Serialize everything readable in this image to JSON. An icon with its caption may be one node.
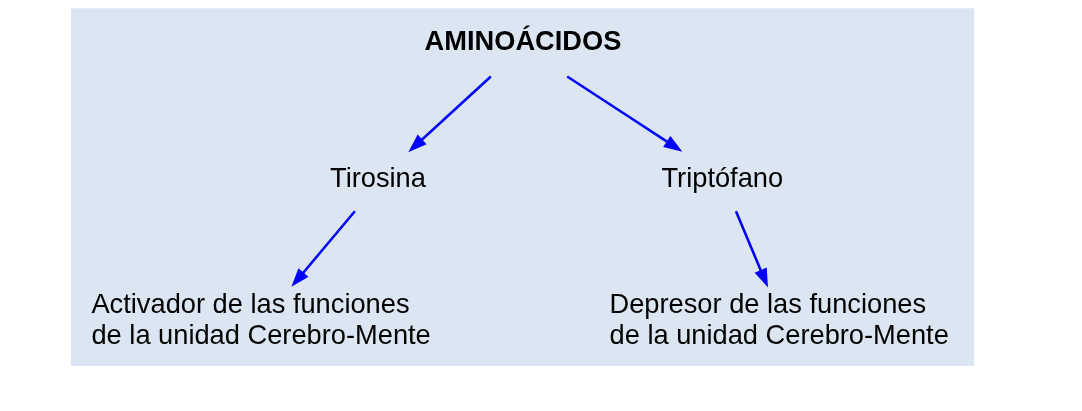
{
  "diagram": {
    "nodes": [
      {
        "text": [
          "AMINOÁCIDOS"
        ]
      },
      {
        "text": [
          "Tirosina"
        ]
      },
      {
        "text": [
          "Triptófano"
        ]
      },
      {
        "text": [
          "Activador de las funciones de la unidad Cerebro-Mente"
        ]
      },
      {
        "text": [
          "Depresor de las funciones de la unidad Cerebro-Mente"
        ]
      }
    ],
    "edges": [
      {
        "from": 0,
        "to": 1,
        "arrow": "to"
      },
      {
        "from": 0,
        "to": 2,
        "arrow": "to"
      },
      {
        "from": 1,
        "to": 3,
        "arrow": "to"
      },
      {
        "from": 2,
        "to": 4,
        "arrow": "to"
      }
    ]
  }
}
